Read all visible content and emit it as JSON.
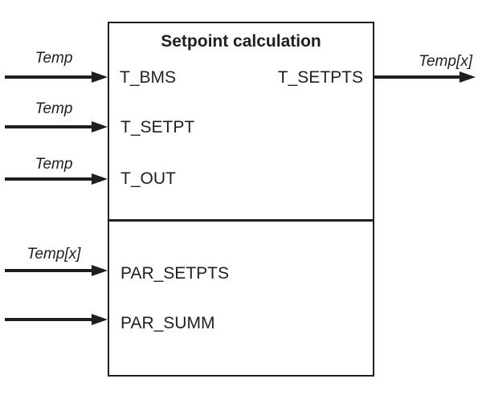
{
  "diagram": {
    "title": "Setpoint calculation",
    "block": {
      "inputs_top": [
        {
          "port": "T_BMS",
          "signal": "Temp"
        },
        {
          "port": "T_SETPT",
          "signal": "Temp"
        },
        {
          "port": "T_OUT",
          "signal": "Temp"
        }
      ],
      "inputs_bottom": [
        {
          "port": "PAR_SETPTS",
          "signal": "Temp[x]"
        },
        {
          "port": "PAR_SUMM",
          "signal": ""
        }
      ],
      "outputs": [
        {
          "port": "T_SETPTS",
          "signal": "Temp[x]"
        }
      ]
    },
    "colors": {
      "line": "#1f1f1f",
      "background": "#ffffff"
    }
  }
}
